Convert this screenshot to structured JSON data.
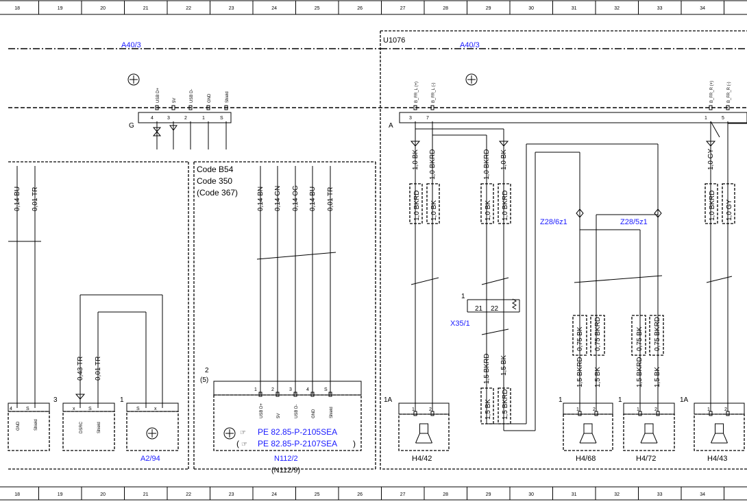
{
  "ruler": {
    "top_numbers": [
      "18",
      "19",
      "20",
      "21",
      "22",
      "23",
      "24",
      "25",
      "26",
      "27",
      "28",
      "29",
      "30",
      "31",
      "32",
      "33",
      "34"
    ],
    "bottom_numbers": [
      "18",
      "19",
      "20",
      "21",
      "22",
      "23",
      "24",
      "25",
      "26",
      "27",
      "28",
      "29",
      "30",
      "31",
      "32",
      "33",
      "34"
    ]
  },
  "modules": {
    "a40_left": "A40/3",
    "a40_right": "A40/3",
    "u1076": "U1076",
    "g_label": "G",
    "a_label": "A"
  },
  "a40_left_pins": {
    "names": [
      "USB D+",
      "5V",
      "USB D-",
      "GND",
      "Shield"
    ],
    "numbers": [
      "4",
      "3",
      "2",
      "1",
      "S"
    ]
  },
  "a40_right_pins": {
    "names": [
      "B_FR_L (+)",
      "B_FR_L (-)",
      "B_FR_R (+)",
      "B_FR_R (-)"
    ],
    "numbers": [
      "3",
      "7",
      "1",
      "5"
    ]
  },
  "code_box": {
    "line1": "Code B54",
    "line2": "Code 350",
    "line3": "(Code 367)"
  },
  "wires_left": [
    "0,14 BU",
    "0,01 TR",
    "0,43 TR",
    "0,01 TR"
  ],
  "wires_n112": [
    "0,14 BN",
    "0,14 GN",
    "0,14 OG",
    "0,14 BU",
    "0,01 TR"
  ],
  "wires_right_top": [
    "1,0 BK",
    "1,0 BKRD",
    "1,0 BKRD",
    "1,0 BK",
    "1,0 GY"
  ],
  "connectors_right": [
    "1,0 BKRD",
    "1,0 BK",
    "1,0 BK",
    "1,0 BKRD",
    "1,0 BKRD",
    "1,0 GY"
  ],
  "splices": {
    "z28_6": "Z28/6z1",
    "z28_5": "Z28/5z1"
  },
  "x35": {
    "label": "X35/1",
    "pin1": "1",
    "pin21": "21",
    "pin22": "22"
  },
  "wires_mid": [
    "1,5 BKRD",
    "1,5 BK"
  ],
  "connectors_mid": [
    "1,5 BK",
    "1,5 BKRD"
  ],
  "wires_075": [
    "0,75 BK",
    "0,75 BKRD",
    "0,75 BK",
    "0,75 BKRD"
  ],
  "wires_15": [
    "1,5 BKRD",
    "1,5 BK",
    "1,5 BKRD",
    "1,5 BK"
  ],
  "bottom_left_pins": {
    "numbers": [
      "4",
      "S",
      "x",
      "S",
      "S",
      "x"
    ],
    "names": [
      "GND",
      "Shield",
      "DSRC",
      "Shield"
    ],
    "conn3": "3",
    "conn1": "1"
  },
  "n112": {
    "conn2": "2",
    "conn5": "(5)",
    "pin_numbers": [
      "1",
      "2",
      "3",
      "4",
      "S"
    ],
    "pin_names": [
      "USB D+",
      "5V",
      "USB D-",
      "GND",
      "Shield"
    ],
    "ref1": "PE 82.85-P-2105SEA",
    "ref2": "PE 82.85-P-2107SEA",
    "open_paren": "(",
    "close_paren": ")",
    "label": "N112/2",
    "sublabel": "(N112/9)"
  },
  "components": {
    "a2_94": "A2/94",
    "h4_42": "H4/42",
    "h4_68": "H4/68",
    "h4_72": "H4/72",
    "h4_43": "H4/43"
  },
  "speaker_conns": {
    "c1a": "1A",
    "c1": "1",
    "c1b": "1",
    "c1a2": "1A",
    "pin1": "1",
    "pin2": "2"
  },
  "colors": {
    "line": "#000000",
    "label_blue": "#1a1aff",
    "background": "#ffffff"
  }
}
